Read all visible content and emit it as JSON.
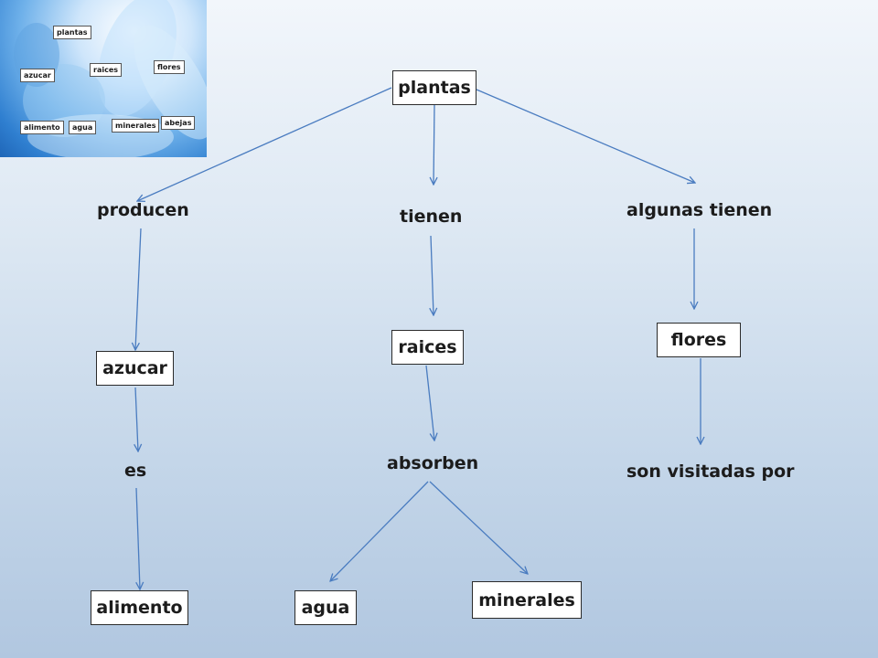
{
  "thumbnail": {
    "labels": [
      "plantas",
      "azucar",
      "raices",
      "flores",
      "alimento",
      "agua",
      "minerales",
      "abejas"
    ]
  },
  "diagram": {
    "root": "plantas",
    "links": [
      "producen",
      "tienen",
      "algunas tienen",
      "es",
      "absorben",
      "son visitadas por"
    ],
    "nodes": [
      "azucar",
      "raices",
      "flores",
      "alimento",
      "agua",
      "minerales"
    ]
  },
  "colors": {
    "arrow": "#4a7cc0",
    "box_border": "#2b2b2b"
  }
}
